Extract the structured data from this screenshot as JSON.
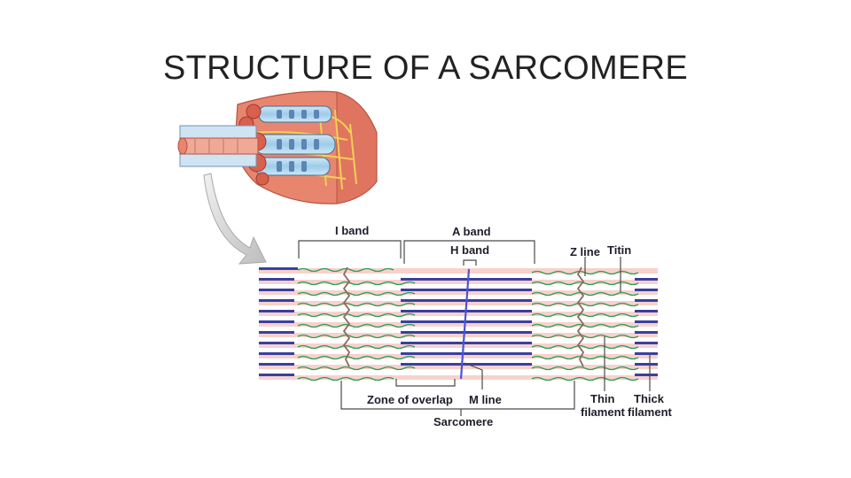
{
  "title": "STRUCTURE OF A SARCOMERE",
  "labels": {
    "i_band": "I band",
    "a_band": "A band",
    "h_band": "H band",
    "z_line": "Z line",
    "titin": "Titin",
    "zone_of_overlap": "Zone of overlap",
    "m_line": "M line",
    "sarcomere": "Sarcomere",
    "thin_filament_1": "Thin",
    "thin_filament_2": "filament",
    "thick_filament_1": "Thick",
    "thick_filament_2": "filament"
  },
  "colors": {
    "thick_filament": "#3b3f9e",
    "thin_filament": "#2f9b55",
    "pink_band": "#f6c9c4",
    "titin": "#9a6b5e",
    "m_line": "#4a55d6",
    "muscle_outer": "#e9826d",
    "myofibril_blue": "#a9d4ec"
  }
}
